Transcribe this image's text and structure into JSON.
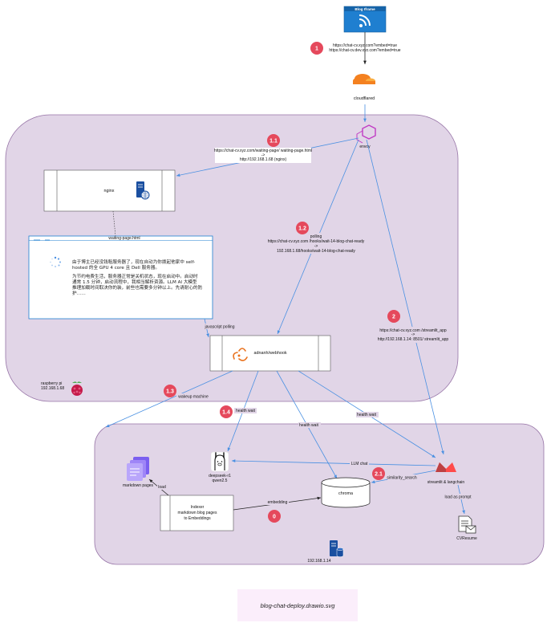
{
  "blog_iframe": {
    "label": "Blog Iframe",
    "urls": [
      "https://chat-cv.xyz.com?embed=true",
      "https://chat-cv.dev.xyz.com?embed=true"
    ]
  },
  "cloudflared": {
    "label": "cloudflared"
  },
  "envoy": {
    "label": "envoy"
  },
  "nginx": {
    "label": "nginx"
  },
  "waiting_page": {
    "title": "waiting-page.html",
    "paragraphs": [
      [
        "由于博主已经没钱租服务器了，现在自动为你拨起他家中 self-",
        "hosted 的全 GPU 4 core 且 Dell 服务器。"
      ],
      [
        "为节约电费生活，服务器正常是关机状态，现在启动中。启动时",
        "通常 1.5 分钟，启动流程中，我相当解析资源。LLM AI 大模型",
        "推理加载时间取决你的装，前些也需要多分钟以上。先请耐心的防",
        "护……"
      ]
    ]
  },
  "webhook": {
    "label": "adnanh/webhook"
  },
  "raspberry": {
    "label": "raspberry pi",
    "ip": "192.168.1.68"
  },
  "deepseek": {
    "label_lines": [
      "deepseek-r1",
      "qwen2.5"
    ]
  },
  "markdown_pages": {
    "label": "markdown pages"
  },
  "indexer": {
    "label_lines": [
      "Indexer",
      "markdown blog pages",
      "to Embeddings"
    ]
  },
  "chroma": {
    "label": "chroma"
  },
  "streamlit": {
    "label": "streamlit & langchain"
  },
  "cv": {
    "label": "CVResume"
  },
  "server": {
    "ip": "192.168.1.14"
  },
  "edges": {
    "e11": [
      "https://chat-cv.xyz.com/waiting-page/ waiting-page.html",
      "->",
      "http://192.168.1.68 (nginx)"
    ],
    "e12": [
      "polling",
      "https://chat-cv.xyz.com /hooks/wait-14-blog-chat-ready",
      "->",
      "192.168.1.68/hooks/wait-14-blog-chat-ready"
    ],
    "e2": [
      "https://chat-cv.xyz.com /streamlit_app",
      "->",
      "http://192.168.1.14: 8501/ streamlit_app"
    ],
    "js_polling": "javascript polling",
    "wakeup": "wakeup machine",
    "health_wait_1": "health wait",
    "health_wait_2": "health wait",
    "health_wait_3": "health wait",
    "llm_chat": "LLM chat",
    "similarity": "similarity_search",
    "embedding": "embedding",
    "load": "load",
    "load_prompt": "load as prompt"
  },
  "badges": {
    "b1": "1",
    "b11": "1.1",
    "b12": "1.2",
    "b13": "1.3",
    "b14": "1.4",
    "b2": "2",
    "b21": "2.1",
    "b0": "0"
  },
  "caption": "blog-chat-deploy.drawio.svg",
  "colors": {
    "group_fill": "#e1d5e7",
    "group_stroke": "#9673a6",
    "edge": "#4a90e2",
    "badge": "#e5495c"
  }
}
